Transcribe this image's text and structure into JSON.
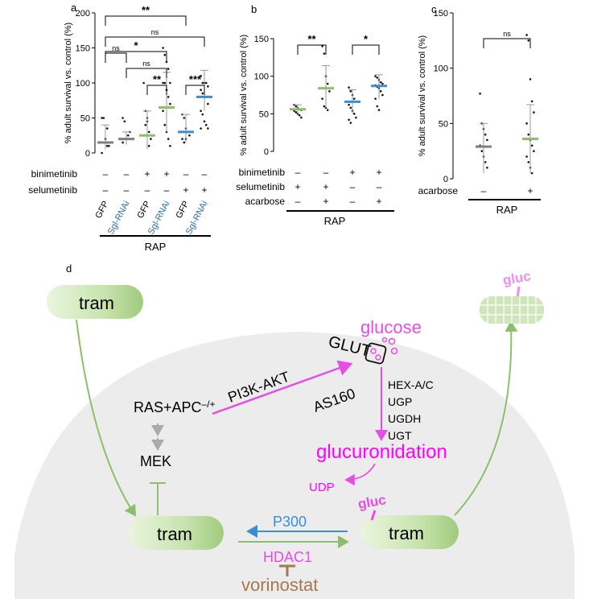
{
  "panels": {
    "a": "a",
    "b": "b",
    "c": "c",
    "d": "d"
  },
  "axis_label": "% adult survival vs. control (%)",
  "group_label": "RAP",
  "row_labels": {
    "binimetinib": "binimetinib",
    "selumetinib": "selumetinib",
    "acarbose": "acarbose"
  },
  "colors": {
    "grey": "#7f7f7f",
    "green": "#8cbf6c",
    "blue": "#3a8fd0",
    "pink": "#e64ce6",
    "magenta": "#ff00ff",
    "lightpink": "#f08cf0",
    "brown": "#a47a4c",
    "bg": "#ececec"
  },
  "chart_data": [
    {
      "panel": "a",
      "type": "scatter",
      "ylabel": "% adult survival vs. control (%)",
      "ylim": [
        0,
        200
      ],
      "yticks": [
        0,
        50,
        100,
        150,
        200
      ],
      "categories": [
        "1",
        "2",
        "3",
        "4",
        "5",
        "6"
      ],
      "xtick_labels": [
        "GFP",
        "Sgl-RNAi",
        "GFP",
        "Sgl-RNAi",
        "GFP",
        "Sgl-RNAi"
      ],
      "binimetinib": [
        "–",
        "–",
        "+",
        "+",
        "–",
        "–"
      ],
      "selumetinib": [
        "–",
        "–",
        "–",
        "–",
        "+",
        "+"
      ],
      "medians": [
        15,
        20,
        25,
        65,
        30,
        80
      ],
      "bar_colors": [
        "grey",
        "grey",
        "green",
        "green",
        "blue",
        "blue"
      ],
      "sd": [
        [
          5,
          40
        ],
        [
          12,
          30
        ],
        [
          5,
          60
        ],
        [
          30,
          115
        ],
        [
          15,
          55
        ],
        [
          60,
          118
        ]
      ],
      "points": [
        [
          50,
          50,
          15,
          10,
          10,
          0,
          15,
          20,
          35
        ],
        [
          50,
          45,
          20,
          25,
          30,
          15,
          20
        ],
        [
          100,
          60,
          45,
          30,
          20,
          25,
          40,
          50,
          10
        ],
        [
          150,
          140,
          130,
          120,
          100,
          100,
          100,
          90,
          80,
          70,
          60,
          40,
          30,
          20,
          10
        ],
        [
          55,
          50,
          35,
          30,
          25,
          20,
          15,
          20
        ],
        [
          110,
          100,
          100,
          100,
          95,
          90,
          85,
          80,
          80,
          70,
          60,
          55,
          45,
          40,
          35,
          35
        ]
      ],
      "comparisons": [
        {
          "from": 0,
          "to": 4,
          "label": "**"
        },
        {
          "from": 0,
          "to": 5,
          "label": "ns"
        },
        {
          "from": 0,
          "to": 3,
          "label": "*"
        },
        {
          "from": 1,
          "to": 3,
          "label": "ns"
        },
        {
          "from": 0,
          "to": 1,
          "label": "ns"
        },
        {
          "from": 2,
          "to": 3,
          "label": "**"
        },
        {
          "from": 4,
          "to": 5,
          "label": "***"
        }
      ]
    },
    {
      "panel": "b",
      "type": "scatter",
      "ylabel": "% adult survival vs. control (%)",
      "ylim": [
        0,
        150
      ],
      "yticks": [
        0,
        50,
        100,
        150
      ],
      "categories": [
        "1",
        "2",
        "3",
        "4"
      ],
      "binimetinib": [
        "–",
        "–",
        "+",
        "+"
      ],
      "selumetinib": [
        "+",
        "+",
        "–",
        "–"
      ],
      "acarbose": [
        "–",
        "+",
        "–",
        "+"
      ],
      "medians": [
        56,
        84,
        66,
        87
      ],
      "bar_colors": [
        "green",
        "green",
        "blue",
        "blue"
      ],
      "sd": [
        [
          50,
          62
        ],
        [
          58,
          114
        ],
        [
          50,
          82
        ],
        [
          70,
          102
        ]
      ],
      "points": [
        [
          62,
          60,
          58,
          56,
          55,
          54,
          52,
          50,
          48,
          45
        ],
        [
          140,
          130,
          100,
          90,
          80,
          70,
          60,
          58,
          55
        ],
        [
          85,
          80,
          75,
          70,
          66,
          62,
          58,
          54,
          50,
          45,
          42,
          38
        ],
        [
          100,
          98,
          95,
          92,
          90,
          88,
          86,
          84,
          80,
          75,
          70,
          60,
          55
        ]
      ],
      "comparisons": [
        {
          "from": 0,
          "to": 1,
          "label": "**"
        },
        {
          "from": 2,
          "to": 3,
          "label": "*"
        }
      ]
    },
    {
      "panel": "c",
      "type": "scatter",
      "ylabel": "% adult survival vs. control (%)",
      "ylim": [
        0,
        150
      ],
      "yticks": [
        0,
        50,
        100,
        150
      ],
      "categories": [
        "1",
        "2"
      ],
      "acarbose": [
        "–",
        "+"
      ],
      "medians": [
        29,
        36
      ],
      "bar_colors": [
        "grey",
        "green"
      ],
      "sd": [
        [
          5,
          50
        ],
        [
          5,
          67
        ]
      ],
      "points": [
        [
          77,
          50,
          45,
          40,
          35,
          30,
          25,
          20,
          15,
          10
        ],
        [
          130,
          125,
          90,
          70,
          60,
          50,
          40,
          35,
          30,
          25,
          20,
          15,
          10,
          5
        ]
      ],
      "comparisons": [
        {
          "from": 0,
          "to": 1,
          "label": "ns"
        }
      ]
    }
  ],
  "diagram": {
    "tram": "tram",
    "gluc": "gluc",
    "glucose": "glucose",
    "glut": "GLUT",
    "pi3k": "PI3K-AKT",
    "as160": "AS160",
    "ras": "RAS+APC",
    "ras_sup": "–/+",
    "mek": "MEK",
    "enzymes": [
      "HEX-A/C",
      "UGP",
      "UGDH",
      "UGT"
    ],
    "glucuronidation": "glucuronidation",
    "udp": "UDP",
    "p300": "P300",
    "hdac1": "HDAC1",
    "vorinostat": "vorinostat"
  }
}
